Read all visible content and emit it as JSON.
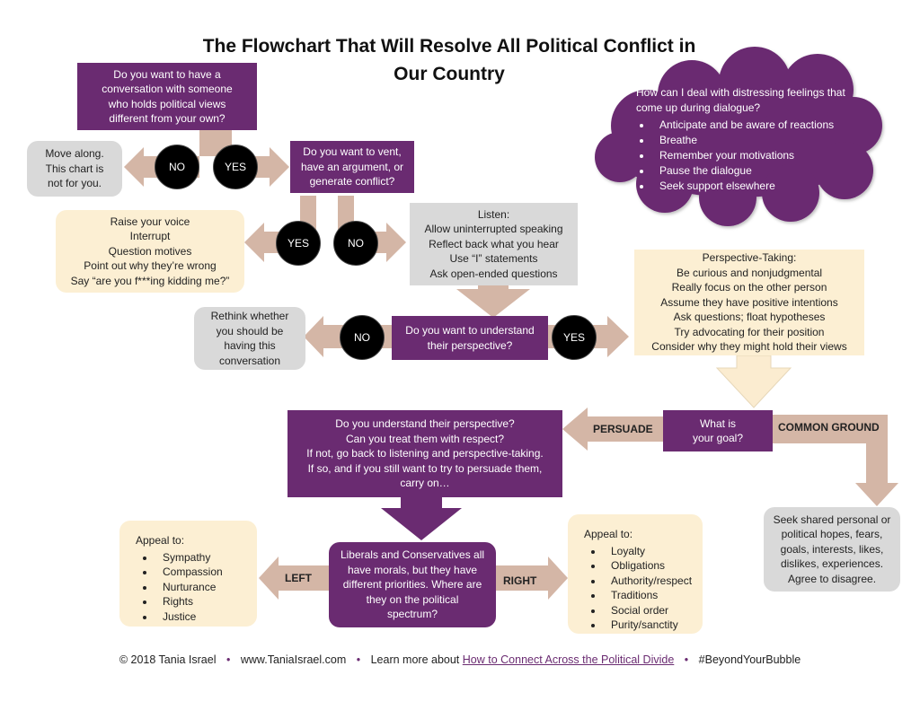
{
  "title_line1": "The Flowchart That Will Resolve All Political Conflict in",
  "title_line2": "Our Country",
  "q_conversation": [
    "Do you want to have a",
    "conversation with someone",
    "who holds political views",
    "different from your own?"
  ],
  "move_along": [
    "Move along.",
    "This chart is",
    "not for you."
  ],
  "q_vent": [
    "Do you want to vent,",
    "have an argument, or",
    "generate conflict?"
  ],
  "conflict_box": [
    "Raise your voice",
    "Interrupt",
    "Question motives",
    "Point out why they’re wrong",
    "Say “are you f***ing kidding me?”"
  ],
  "listen_box": [
    "Listen:",
    "Allow uninterrupted speaking",
    "Reflect back what you hear",
    "Use “I” statements",
    "Ask open-ended questions"
  ],
  "rethink_box": [
    "Rethink whether",
    "you should be",
    "having this",
    "conversation"
  ],
  "q_understand": [
    "Do you want to understand",
    "their perspective?"
  ],
  "perspective_box": [
    "Perspective-Taking:",
    "Be curious and nonjudgmental",
    "Really focus on the other person",
    "Assume they have positive intentions",
    "Ask questions; float hypotheses",
    "Try advocating for their position",
    "Consider why they might hold their views"
  ],
  "cloud": {
    "heading": "How can I deal with distressing feelings that come up during dialogue?",
    "items": [
      "Anticipate and be aware of reactions",
      "Breathe",
      "Remember your motivations",
      "Pause the dialogue",
      "Seek support elsewhere"
    ]
  },
  "q_goal": [
    "What is",
    "your goal?"
  ],
  "persuade_label": "PERSUADE",
  "common_ground_label": "COMMON GROUND",
  "persuade_box": [
    "Do you understand their perspective?",
    "Can you treat them with respect?",
    "If not, go back to listening and perspective-taking.",
    "If so, and if you still want to try to persuade them,",
    "carry on…"
  ],
  "shared_box": [
    "Seek shared personal or",
    "political hopes, fears,",
    "goals, interests, likes,",
    "dislikes, experiences.",
    "Agree to disagree."
  ],
  "morals_box": [
    "Liberals and Conservatives all",
    "have morals, but they have",
    "different priorities. Where are",
    "they on the political",
    "spectrum?"
  ],
  "left_label": "LEFT",
  "right_label": "RIGHT",
  "appeal_left": {
    "heading": "Appeal to:",
    "items": [
      "Sympathy",
      "Compassion",
      "Nurturance",
      "Rights",
      "Justice"
    ]
  },
  "appeal_right": {
    "heading": "Appeal to:",
    "items": [
      "Loyalty",
      "Obligations",
      "Authority/respect",
      "Traditions",
      "Social order",
      "Purity/sanctity"
    ]
  },
  "yes": "YES",
  "no": "NO",
  "footer": {
    "copyright": "© 2018 Tania Israel",
    "site": "www.TaniaIsrael.com",
    "learn_prefix": "Learn more about ",
    "learn_link": "How to Connect Across the Political Divide",
    "hashtag": "#BeyondYourBubble",
    "separator": "•"
  },
  "colors": {
    "purple": "#6a2b71",
    "arrow": "#d4b6a6",
    "arrow_cream": "#fbecd0",
    "gray": "#d9d9d9",
    "cream": "#fcefd3"
  }
}
